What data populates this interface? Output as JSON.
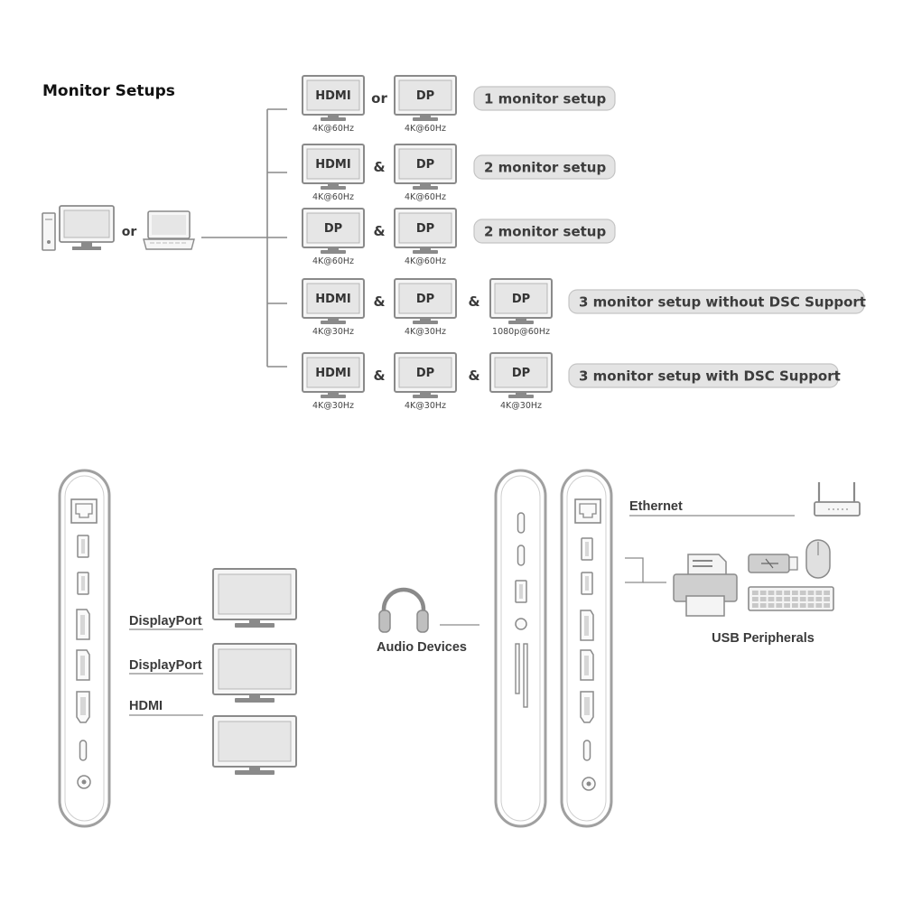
{
  "title": "Monitor Setups",
  "source_or_label": "or",
  "setups": [
    {
      "monitors": [
        {
          "port": "HDMI",
          "spec": "4K@60Hz"
        },
        {
          "port": "DP",
          "spec": "4K@60Hz"
        }
      ],
      "connectors": [
        "or"
      ],
      "label": "1 monitor setup"
    },
    {
      "monitors": [
        {
          "port": "HDMI",
          "spec": "4K@60Hz"
        },
        {
          "port": "DP",
          "spec": "4K@60Hz"
        }
      ],
      "connectors": [
        "&"
      ],
      "label": "2 monitor setup"
    },
    {
      "monitors": [
        {
          "port": "DP",
          "spec": "4K@60Hz"
        },
        {
          "port": "DP",
          "spec": "4K@60Hz"
        }
      ],
      "connectors": [
        "&"
      ],
      "label": "2 monitor setup"
    },
    {
      "monitors": [
        {
          "port": "HDMI",
          "spec": "4K@30Hz"
        },
        {
          "port": "DP",
          "spec": "4K@30Hz"
        },
        {
          "port": "DP",
          "spec": "1080p@60Hz"
        }
      ],
      "connectors": [
        "&",
        "&"
      ],
      "label": "3 monitor setup without DSC Support"
    },
    {
      "monitors": [
        {
          "port": "HDMI",
          "spec": "4K@30Hz"
        },
        {
          "port": "DP",
          "spec": "4K@30Hz"
        },
        {
          "port": "DP",
          "spec": "4K@30Hz"
        }
      ],
      "connectors": [
        "&",
        "&"
      ],
      "label": "3 monitor setup with DSC Support"
    }
  ],
  "left_dock_labels": [
    "DisplayPort",
    "DisplayPort",
    "HDMI"
  ],
  "audio_label": "Audio Devices",
  "ethernet_label": "Ethernet",
  "usb_label": "USB Peripherals",
  "colors": {
    "stroke": "#8a8a8a",
    "dock_stroke": "#a0a0a0",
    "pill_fill": "#e4e4e4",
    "pill_stroke": "#c4c4c4",
    "text": "#333333",
    "screen_fill": "#e9e9e9"
  }
}
